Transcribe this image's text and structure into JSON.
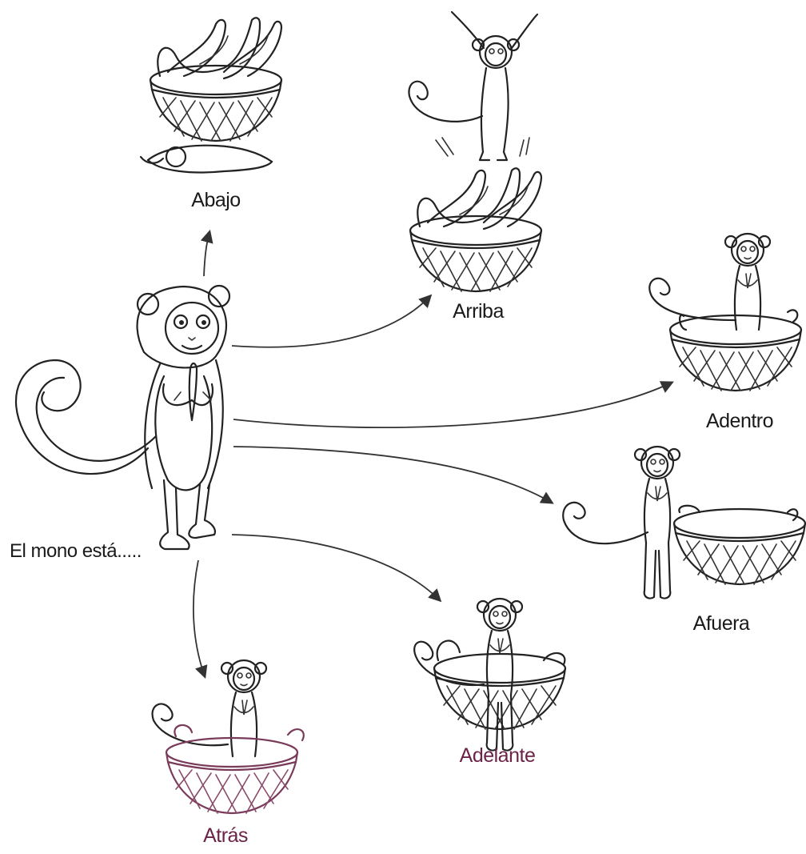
{
  "caption": "El mono está.....",
  "labels": {
    "abajo": "Abajo",
    "arriba": "Arriba",
    "adentro": "Adentro",
    "afuera": "Afuera",
    "adelante": "Adelante",
    "atras": "Atrás"
  },
  "colors": {
    "line": "#222222",
    "accent_purple": "#6b2447"
  }
}
